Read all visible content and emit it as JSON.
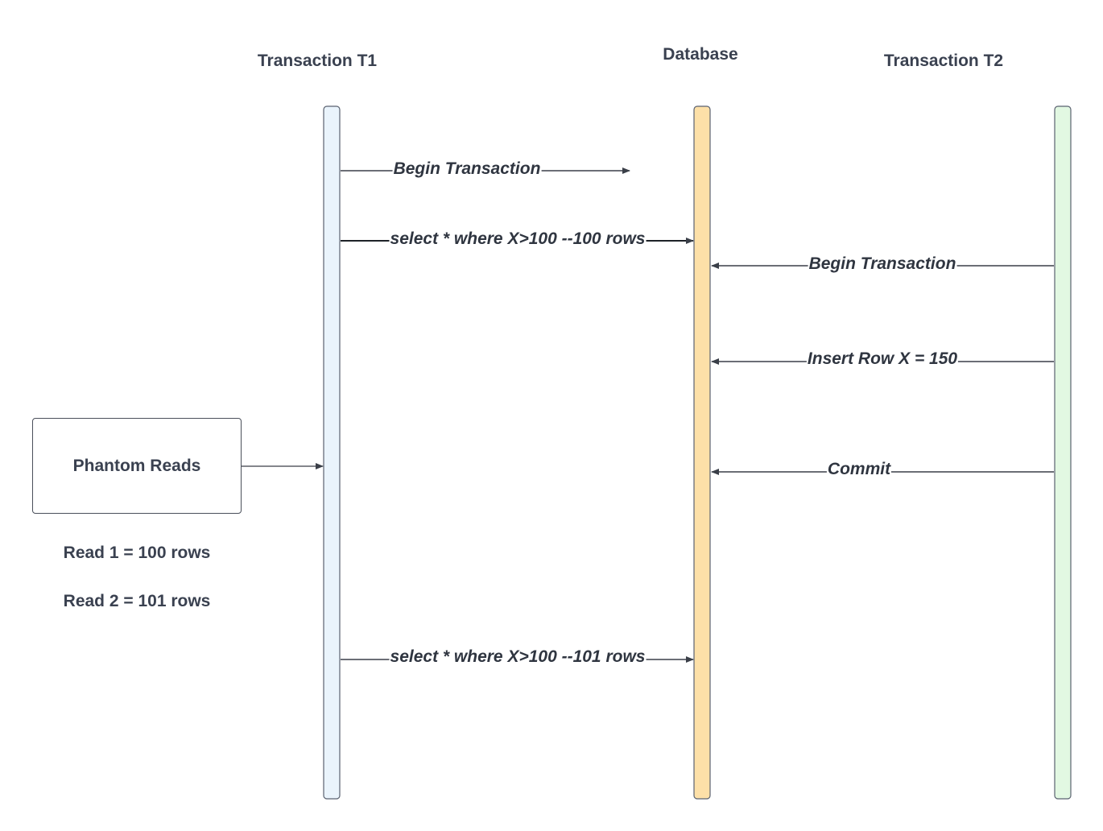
{
  "lifelines": {
    "t1": {
      "label": "Transaction T1",
      "fill": "#eaf4fc",
      "stroke": "#5a6270"
    },
    "db": {
      "label": "Database",
      "fill": "#fde0a8",
      "stroke": "#5a6270"
    },
    "t2": {
      "label": "Transaction T2",
      "fill": "#e2f8e2",
      "stroke": "#5a6270"
    }
  },
  "messages": [
    {
      "label": "Begin Transaction",
      "from": "t1",
      "to": "db"
    },
    {
      "label": "select * where X>100 --100 rows",
      "from": "t1",
      "to": "db"
    },
    {
      "label": "Begin Transaction",
      "from": "t2",
      "to": "db"
    },
    {
      "label": "Insert Row X = 150",
      "from": "t2",
      "to": "db"
    },
    {
      "label": "Commit",
      "from": "t2",
      "to": "db"
    },
    {
      "label": "select * where X>100 --101 rows",
      "from": "t1",
      "to": "db"
    }
  ],
  "note_box": {
    "label": "Phantom Reads"
  },
  "notes": [
    "Read  1 = 100 rows",
    "Read 2 = 101 rows"
  ],
  "colors": {
    "line": "#3a3f48"
  }
}
